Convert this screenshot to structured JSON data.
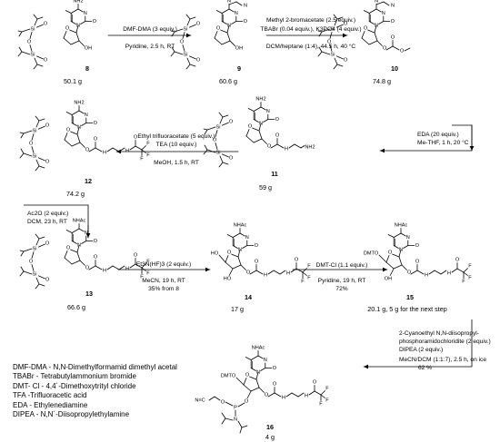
{
  "compounds": [
    {
      "id": "8",
      "number": "8",
      "yield": "50.1 g"
    },
    {
      "id": "9",
      "number": "9",
      "yield": "60.6 g"
    },
    {
      "id": "10",
      "number": "10",
      "yield": "74.8 g"
    },
    {
      "id": "11",
      "number": "11",
      "yield": "59 g"
    },
    {
      "id": "12",
      "number": "12",
      "yield": "74.2 g"
    },
    {
      "id": "13",
      "number": "13",
      "yield": "66.6 g"
    },
    {
      "id": "14",
      "number": "14",
      "yield": "17 g"
    },
    {
      "id": "15",
      "number": "15",
      "yield": "20.1 g, 5 g for the next step"
    },
    {
      "id": "16",
      "number": "16",
      "yield": "4 g"
    }
  ],
  "steps": [
    {
      "id": "s1",
      "above": [
        "DMF-DMA (3 equiv.)"
      ],
      "below": [
        "Pyridine, 2.5 h, RT"
      ]
    },
    {
      "id": "s2",
      "above": [
        "Methyl 2-bromacetate (2.5 equiv.)",
        "TBABr (0.04 equiv.), K3PO4 (4 equiv.)"
      ],
      "below": [
        "DCM/heptane (1:4), 44.5 h, 40 °C"
      ]
    },
    {
      "id": "s3",
      "above": [
        "EDA (20 equiv.)",
        "Me-THF, 1 h, 20 °C"
      ],
      "below": []
    },
    {
      "id": "s4",
      "above": [
        "Ethyl trifluoracetate (5 equiv.)",
        "TEA (10 equiv.)"
      ],
      "below": [
        "MeOH, 1.5 h, RT"
      ]
    },
    {
      "id": "s5",
      "above": [
        "Ac2O (2 equiv.)",
        "DCM, 23 h, RT"
      ],
      "below": []
    },
    {
      "id": "s6",
      "above": [
        "Et3N(HF)3 (2 equiv.)"
      ],
      "below": [
        "MeCN, 19 h, RT",
        "35% from 8"
      ]
    },
    {
      "id": "s7",
      "above": [
        "DMT-Cl (1.1 equiv.)"
      ],
      "below": [
        "Pyridine, 19 h, RT",
        "72%"
      ]
    },
    {
      "id": "s8",
      "above": [
        "2-Cyanoethyl        N,N-diisopropyl-",
        "phosphoramidochloridite (2 equiv.)",
        "DIPEA (2 equiv.)"
      ],
      "below": [
        "MeCN/DCM (1:1:7), 2.5 h, on ice",
        "62 %"
      ]
    }
  ],
  "atom_labels": {
    "nh2": "NH2",
    "nhac": "NHAc",
    "n": "N",
    "o": "O",
    "oh": "OH",
    "ho": "HO",
    "si": "Si",
    "dmto": "DMTO",
    "nh": "H",
    "f": "F",
    "p": "P",
    "nc": "N≡C"
  },
  "legend": [
    "DMF-DMA - N,N-Dimethylformamid dimethyl acetal",
    "TBABr - Tetrabutylammonium bromide",
    "DMT- Cl - 4,4´-Dimethoxytrityl chloride",
    "TFA -Trifluoracetic acid",
    "EDA - Ethylenediamine",
    "DIPEA - N,N´-Diisopropylethylamine"
  ]
}
